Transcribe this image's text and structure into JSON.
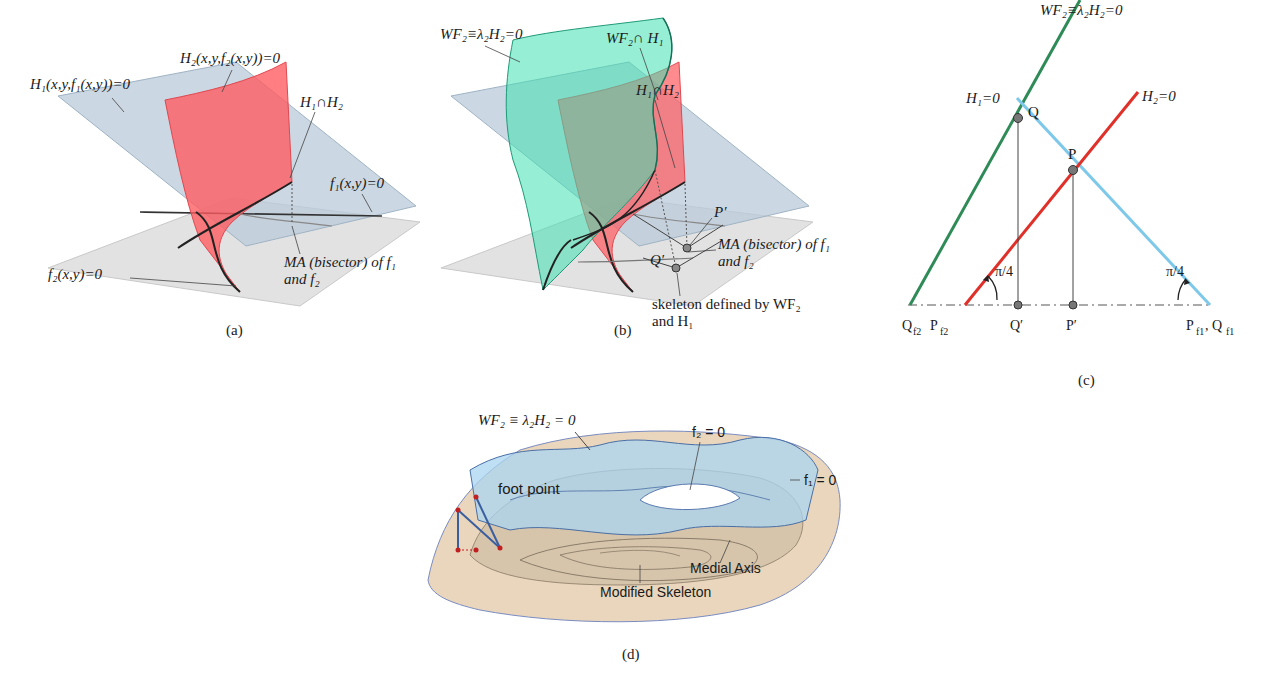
{
  "diagram": {
    "labels": [
      "H₁(x,y,f₁(x,y))=0",
      "H₂(x,y,f₂(x,y))=0",
      "H₁∩H₂",
      "f₁(x,y)=0",
      "f₂(x,y)=0",
      "MA (bisector) of f₁ and f₂",
      "(a)",
      "WF₂≡λ₂H₂=0",
      "WF₂∩ H₁",
      "H₁∩H₂",
      "P′",
      "MA (bisector) of f₁ and f₂",
      "Q′",
      "skeleton defined by WF₂ and H₁",
      "(b)",
      "WF₂≡λ₂H₂=0",
      "H₁=0",
      "Q",
      "P",
      "H₂=0",
      "π/4",
      "π/4",
      "Q",
      "f2",
      "P",
      "f2",
      "Q′",
      "P′",
      "P",
      "f1",
      ", Q",
      "f1",
      "(c)",
      "WF₂ ≡ λ₂H₂ = 0",
      "f₂ = 0",
      "f₁ = 0",
      "foot point",
      "Medial Axis",
      "Modified Skeleton",
      "(d)"
    ]
  }
}
